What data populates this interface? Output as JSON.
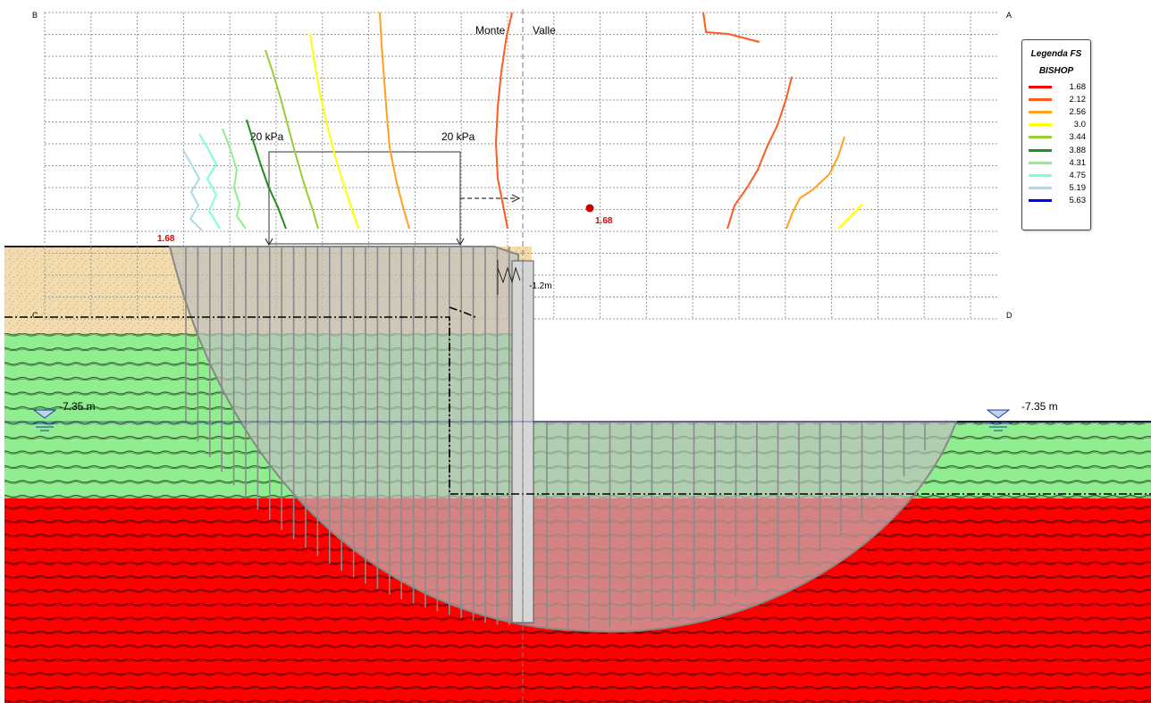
{
  "labels": {
    "corner_a": "A",
    "corner_b": "B",
    "corner_c": "C",
    "corner_d": "D",
    "monte": "Monte",
    "valle": "Valle",
    "load_left": "20 kPa",
    "load_right": "20 kPa",
    "embed_depth": "-1.2m",
    "fs_min_point": "1.68",
    "fs_min_surface": "1.68",
    "water_left": "-7.35 m",
    "water_right": "-7.35 m"
  },
  "legend": {
    "title": "Legenda FS",
    "method": "BISHOP",
    "items": [
      {
        "value": "1.68",
        "color": "#ff0000"
      },
      {
        "value": "2.12",
        "color": "#ff5a1f"
      },
      {
        "value": "2.56",
        "color": "#ffa11f"
      },
      {
        "value": "3.0",
        "color": "#ffff00"
      },
      {
        "value": "3.44",
        "color": "#9acd32"
      },
      {
        "value": "3.88",
        "color": "#1f8f1f"
      },
      {
        "value": "4.31",
        "color": "#90ee90"
      },
      {
        "value": "4.75",
        "color": "#7fffd4"
      },
      {
        "value": "5.19",
        "color": "#add8e6"
      },
      {
        "value": "5.63",
        "color": "#0000ff"
      }
    ]
  },
  "colors": {
    "sand": "#f2dcae",
    "clay_green": "#90ee90",
    "bedrock_red": "#ff0000",
    "slip_fill": "#c0c0c0",
    "grid": "#999999",
    "water_line": "#0000aa"
  }
}
